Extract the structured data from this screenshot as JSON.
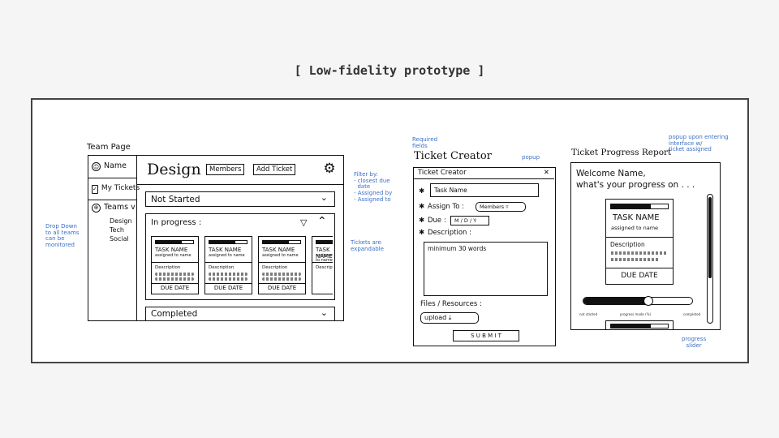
{
  "slide_title": "[ Low-fidelity prototype ]",
  "team_page": {
    "label": "Team Page",
    "sidebar": [
      {
        "label": "Name",
        "icon": "user-icon"
      },
      {
        "label": "My Tickets",
        "icon": "checkbox-icon"
      },
      {
        "label": "Teams v",
        "icon": "globe-icon"
      }
    ],
    "teams": [
      "Design",
      "Tech",
      "Social"
    ],
    "title": "Design",
    "members_button": "Members",
    "add_ticket_button": "Add Ticket",
    "sections": {
      "not_started": "Not Started",
      "in_progress": "In progress :",
      "completed": "Completed"
    },
    "card": {
      "task_name": "TASK NAME",
      "assigned": "assigned to name",
      "description": "Description",
      "due": "DUE DATE"
    }
  },
  "ticket_creator": {
    "label": "Ticket Creator",
    "header": "Ticket Creator",
    "close": "✕",
    "task_name_placeholder": "Task Name",
    "assign_label": "Assign To :",
    "assign_value": "Members ▿",
    "due_label": "Due :",
    "due_value": "M / D / Y",
    "description_label": "Description :",
    "description_placeholder": "minimum 30 words",
    "files_label": "Files / Resources :",
    "upload_button": "upload ⤓",
    "submit_button": "S U B M I T",
    "required_mark": "✱"
  },
  "progress_report": {
    "label": "Ticket Progress Report",
    "welcome_line1": "Welcome Name,",
    "welcome_line2": "what's your progress on . . .",
    "card": {
      "task_name": "TASK NAME",
      "assigned": "assigned to name",
      "description": "Description",
      "due": "DUE DATE"
    },
    "slider_ticks": [
      "not started",
      "progress made (%)",
      "completed"
    ],
    "slider_value": 0.6
  },
  "annotations": {
    "drop_down": "Drop Down\nto all teams\ncan be\nmonitored",
    "filter": "Filter by:\n- closest due\n  date\n- Assigned by\n- Assigned to",
    "tickets_expandable": "Tickets are\nexpandable",
    "required_fields": "Required\nfields",
    "popup1": "popup",
    "popup2": "popup upon entering\ninterface w/\nticket assigned",
    "progress_slider": "progress\nslider"
  },
  "colors": {
    "annotation": "#3b6fc6",
    "ink": "#111111",
    "board": "#ffffff"
  }
}
